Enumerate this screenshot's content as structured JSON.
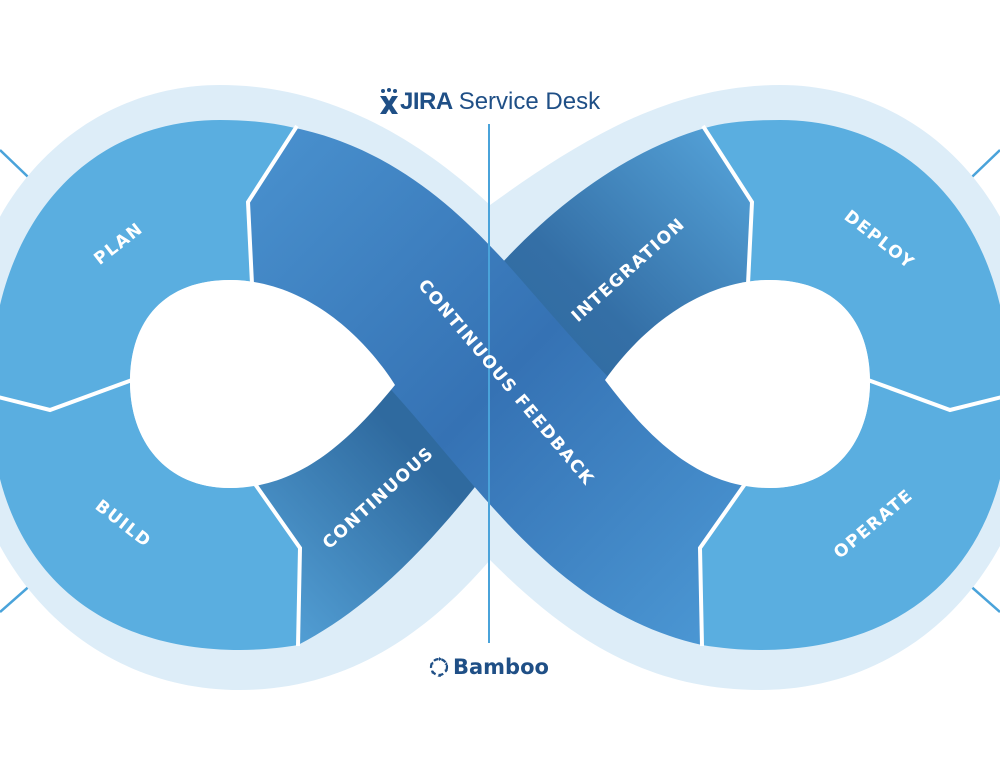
{
  "diagram": {
    "title": "DevOps infinity loop",
    "colors": {
      "outer_ring": "#ddedf8",
      "segment": "#5aaee0",
      "band_light": "#4c96cf",
      "band_dark": "#2f6a9f",
      "band_mid": "#3b78b8",
      "divider": "#ffffff",
      "connector_line": "#4aa3da",
      "logo_text": "#1f4f86"
    },
    "segments": [
      {
        "id": "plan",
        "label": "PLAN"
      },
      {
        "id": "build",
        "label": "BUILD"
      },
      {
        "id": "continuous",
        "label": "CONTINUOUS"
      },
      {
        "id": "continuous-feedback",
        "label": "CONTINUOUS FEEDBACK"
      },
      {
        "id": "integration",
        "label": "INTEGRATION"
      },
      {
        "id": "deploy",
        "label": "DEPLOY"
      },
      {
        "id": "operate",
        "label": "OPERATE"
      }
    ],
    "logos": {
      "top": {
        "brand": "JIRA",
        "product": "Service Desk",
        "icon": "jira-icon"
      },
      "bottom": {
        "brand": "Bamboo",
        "icon": "bamboo-icon"
      }
    }
  }
}
